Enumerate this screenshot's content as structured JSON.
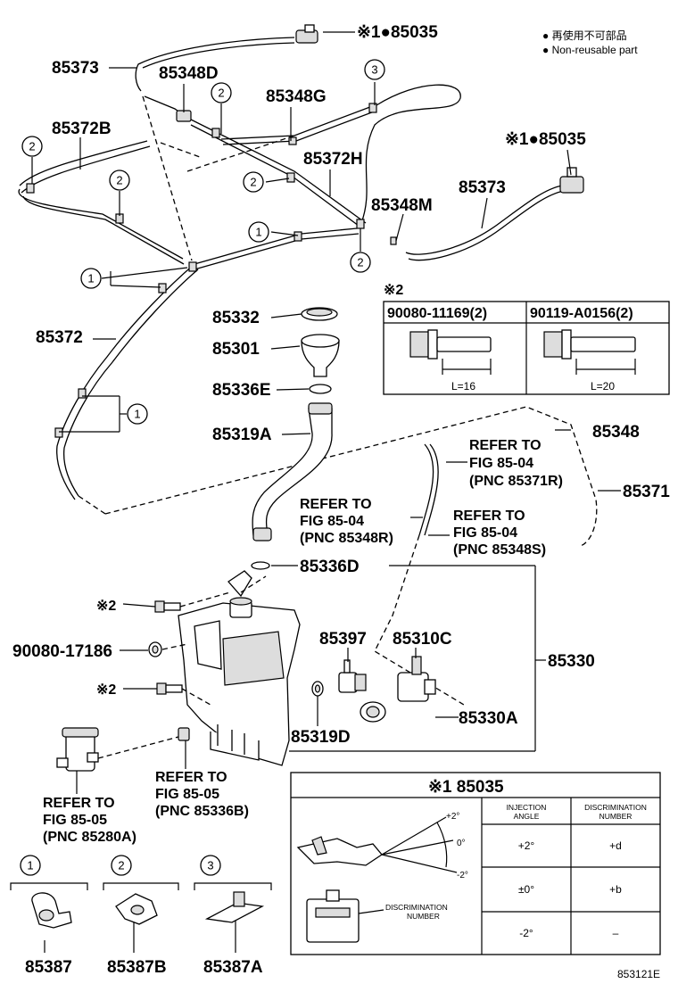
{
  "legend": {
    "line1": "● 再使用不可部品",
    "line2": "● Non-reusable part"
  },
  "callouts": {
    "c1": "1",
    "c2": "2",
    "c3": "3"
  },
  "labels": {
    "p85035_top": "※1●85035",
    "p85373_top": "85373",
    "p85348D": "85348D",
    "p85372B": "85372B",
    "p85348G": "85348G",
    "p85372H": "85372H",
    "p85035_mid": "※1●85035",
    "p85373_mid": "85373",
    "p85348M": "85348M",
    "p85372": "85372",
    "p85332": "85332",
    "p85301": "85301",
    "p85336E": "85336E",
    "p85319A": "85319A",
    "p85348": "85348",
    "p85371": "85371",
    "p85336D": "85336D",
    "p85330": "85330",
    "p90080_17186": "90080-17186",
    "p85397": "85397",
    "p85310C": "85310C",
    "p85319D": "85319D",
    "p85330A": "85330A",
    "star2_a": "※2",
    "star2_b": "※2",
    "p85387": "85387",
    "p85387B": "85387B",
    "p85387A": "85387A",
    "fig_code": "853121E"
  },
  "refers": {
    "r1": [
      "REFER TO",
      "FIG 85-04",
      "(PNC 85371R)"
    ],
    "r2": [
      "REFER TO",
      "FIG 85-04",
      "(PNC 85348R)"
    ],
    "r3": [
      "REFER TO",
      "FIG 85-04",
      "(PNC 85348S)"
    ],
    "r4": [
      "REFER TO",
      "FIG 85-05",
      "(PNC 85336B)"
    ],
    "r5": [
      "REFER TO",
      "FIG 85-05",
      "(PNC 85280A)"
    ]
  },
  "bolt_table": {
    "note": "※2",
    "headers": [
      "90080-11169(2)",
      "90119-A0156(2)"
    ],
    "lengths": [
      "L=16",
      "L=20"
    ]
  },
  "nozzle_table": {
    "title": "※1 85035",
    "col_angle": [
      "INJECTION",
      "ANGLE"
    ],
    "col_disc": [
      "DISCRIMINATION",
      "NUMBER"
    ],
    "angles": [
      "+2°",
      "±0°",
      "-2°"
    ],
    "numbers": [
      "+d",
      "+b",
      "–"
    ],
    "fig_angles": [
      "+2°",
      "0°",
      "-2°"
    ],
    "disc_label": [
      "DISCRIMINATION",
      "NUMBER"
    ]
  }
}
